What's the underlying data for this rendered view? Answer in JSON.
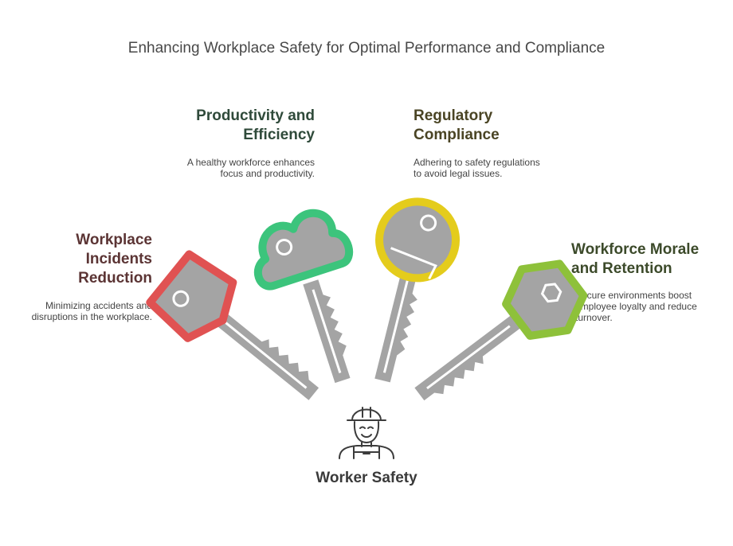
{
  "title": "Enhancing Workplace Safety for Optimal Performance and Compliance",
  "center": {
    "label": "Worker Safety",
    "icon": "construction-worker-icon"
  },
  "keys": [
    {
      "id": "incidents",
      "title_lines": [
        "Workplace",
        "Incidents",
        "Reduction"
      ],
      "desc_lines": [
        "Minimizing accidents and",
        "disruptions in the workplace."
      ],
      "color": "#e05252",
      "title_color": "#5b3434",
      "shape": "pentagon"
    },
    {
      "id": "productivity",
      "title_lines": [
        "Productivity and",
        "Efficiency"
      ],
      "desc_lines": [
        "A healthy workforce enhances",
        "focus and productivity."
      ],
      "color": "#3cc47c",
      "title_color": "#2f4a3a",
      "shape": "cloud"
    },
    {
      "id": "compliance",
      "title_lines": [
        "Regulatory",
        "Compliance"
      ],
      "desc_lines": [
        "Adhering to safety regulations",
        "to avoid legal issues."
      ],
      "color": "#e4cc1c",
      "title_color": "#4a4424",
      "shape": "circle"
    },
    {
      "id": "morale",
      "title_lines": [
        "Workforce Morale",
        "and Retention"
      ],
      "desc_lines": [
        "Secure environments boost",
        "employee loyalty and reduce",
        "turnover."
      ],
      "color": "#8ec13a",
      "title_color": "#3c4a2a",
      "shape": "hexagon"
    }
  ],
  "key_body_color": "#a4a4a4"
}
